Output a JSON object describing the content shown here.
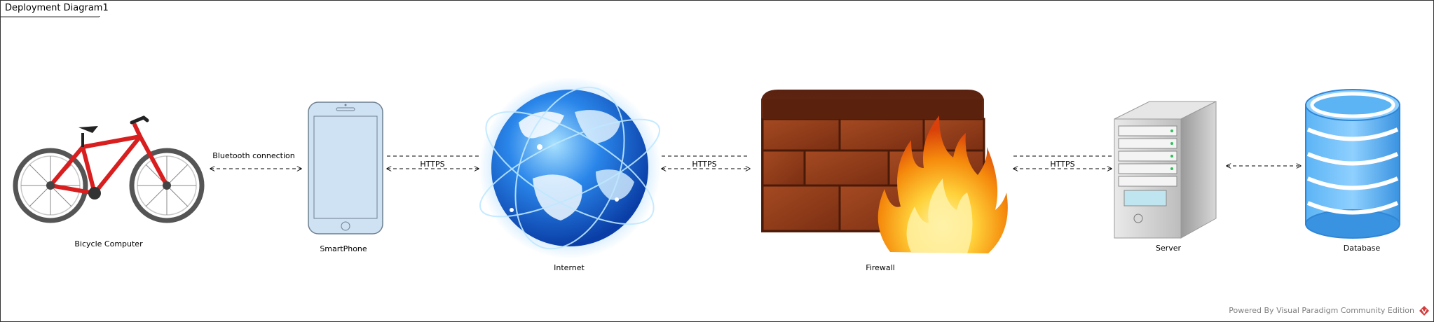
{
  "frame": {
    "title": "Deployment Diagram1"
  },
  "nodes": {
    "bicycle": {
      "label": "Bicycle Computer",
      "icon": "bicycle-icon"
    },
    "smartphone": {
      "label": "SmartPhone",
      "icon": "smartphone-icon"
    },
    "internet": {
      "label": "Internet",
      "icon": "globe-icon"
    },
    "firewall": {
      "label": "Firewall",
      "icon": "firewall-icon"
    },
    "server": {
      "label": "Server",
      "icon": "server-icon"
    },
    "database": {
      "label": "Database",
      "icon": "database-icon"
    }
  },
  "edges": {
    "bluetooth": {
      "label": "Bluetooth connection"
    },
    "phone_internet": {
      "label": "HTTPS"
    },
    "internet_firewall": {
      "label": "HTTPS"
    },
    "firewall_server": {
      "label": "HTTPS"
    },
    "server_database": {
      "label": ""
    }
  },
  "watermark": {
    "text": "Powered By Visual Paradigm Community Edition"
  },
  "colors": {
    "frame": "#333333",
    "bike_red": "#d81e1e",
    "phone_fill": "#cfe2f3",
    "globe_blue": "#1e6fd9",
    "brick": "#8a3a1a",
    "flame": "#f2a20c",
    "server_gray": "#b5b5b5",
    "db_blue": "#3d9be9"
  }
}
